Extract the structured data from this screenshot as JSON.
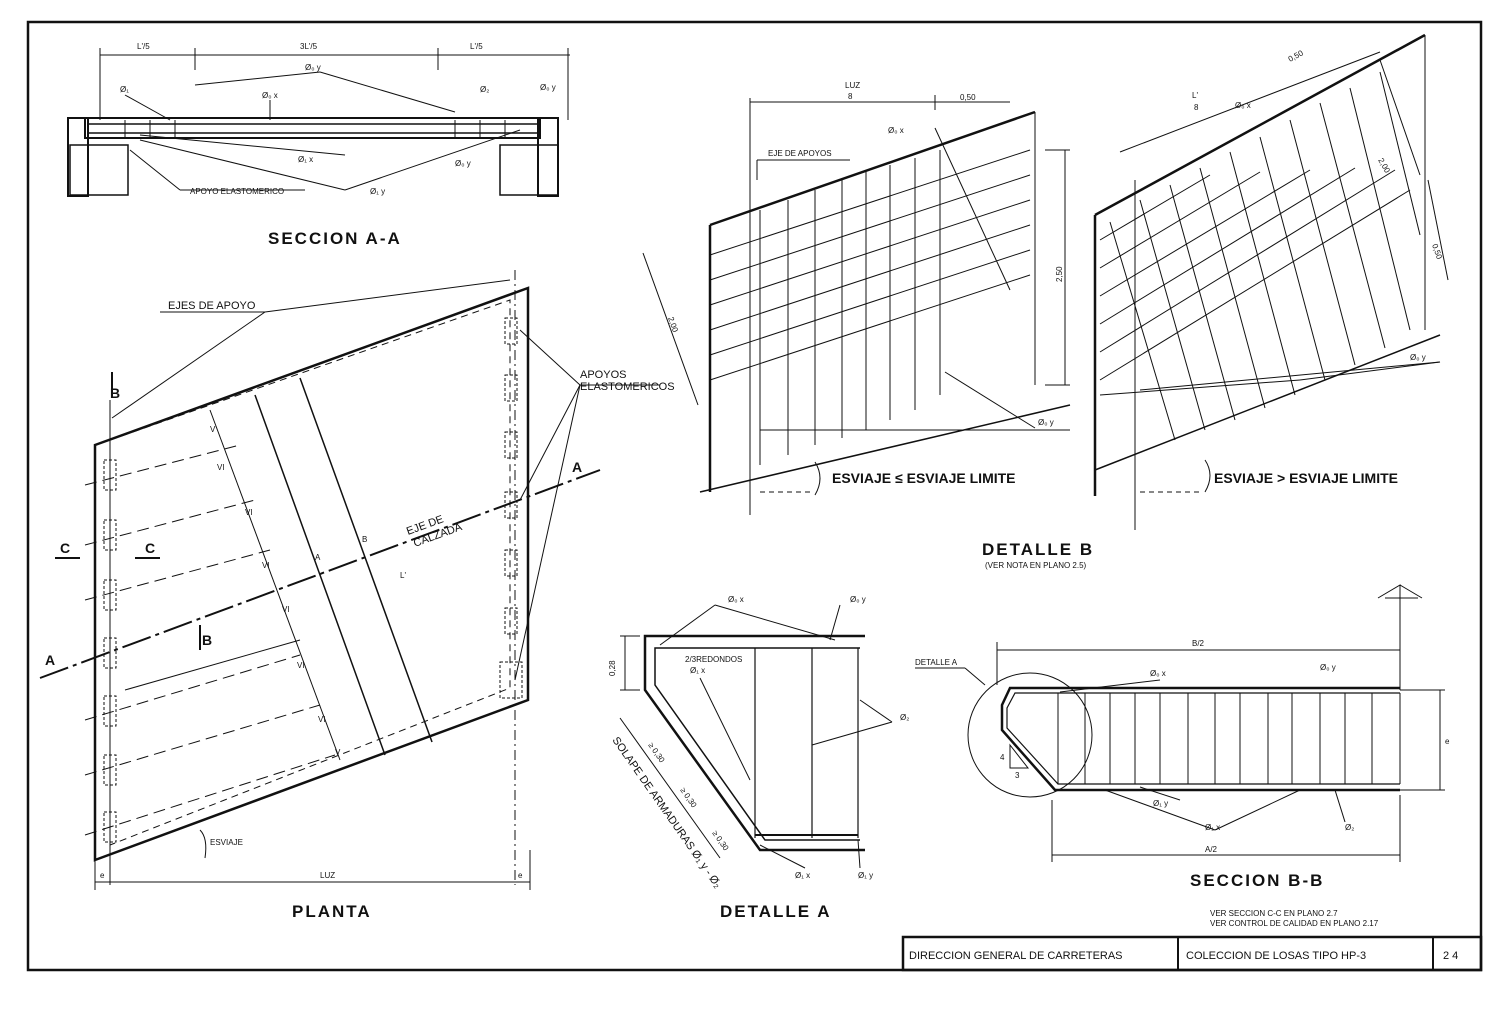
{
  "titles": {
    "seccion_aa": "SECCION A-A",
    "planta": "PLANTA",
    "detalle_a": "DETALLE A",
    "detalle_b": "DETALLE B",
    "detalle_b_note": "(VER NOTA EN PLANO 2.5)",
    "seccion_bb": "SECCION B-B"
  },
  "section_aa": {
    "dims": [
      "L'/5",
      "3L'/5",
      "L'/5"
    ],
    "labels": [
      "Ø₀ y",
      "Ø₁",
      "Ø₀ x",
      "Ø₂",
      "Ø₀ y",
      "Ø₁ x",
      "Ø₀ y",
      "Ø₁ y"
    ],
    "apoyo": "APOYO ELASTOMERICO"
  },
  "planta": {
    "ejes": "EJES DE APOYO",
    "apoyos": [
      "APOYOS",
      "ELASTOMERICOS"
    ],
    "eje_calzada": [
      "EJE DE",
      "CALZADA"
    ],
    "letters": [
      "B",
      "A",
      "C",
      "C",
      "A",
      "B"
    ],
    "strip_labels": [
      "V",
      "VI",
      "VI",
      "VI",
      "VI",
      "VI",
      "VI",
      "V"
    ],
    "inner": [
      "A",
      "B",
      "L'"
    ],
    "esviaje": "ESVIAJE",
    "luz": "LUZ",
    "e": "e"
  },
  "detalle_b": {
    "luz": [
      "LUZ",
      "8"
    ],
    "d050": "0,50",
    "eje_apoyos": "EJE DE APOYOS",
    "d250": "2,50",
    "d200": "2,00",
    "left_label": "ESVIAJE ≤ ESVIAJE LIMITE",
    "right_label": "ESVIAJE > ESVIAJE LIMITE",
    "right_luz": [
      "L'",
      "8"
    ],
    "r050a": "0,50",
    "r200": "2,00",
    "r050b": "0,50",
    "phi_x": "Ø₀ x",
    "phi_y": "Ø₀ y"
  },
  "detalle_a": {
    "top": [
      "Ø₀ x",
      "Ø₀ y"
    ],
    "d028": "0,28",
    "redondos": "2/3REDONDOS",
    "phi1x": "Ø₁ x",
    "phi2": "Ø₂",
    "dims": [
      "≥ 0,30",
      "≥ 0,30",
      "≥ 0,30"
    ],
    "solape": "SOLAPE DE ARMADURAS Ø₁ y - Ø₂",
    "bottom": [
      "Ø₁ x",
      "Ø₁ y"
    ]
  },
  "seccion_bb": {
    "b2": "B/2",
    "a2": "A/2",
    "detalle": "DETALLE A",
    "labels": [
      "Ø₀ x",
      "Ø₀ y",
      "Ø₁ y",
      "Ø₁ x",
      "Ø₂"
    ],
    "e": "e",
    "slope": [
      "4",
      "3"
    ]
  },
  "notes": [
    "VER SECCION C-C EN PLANO 2.7",
    "VER CONTROL DE CALIDAD EN PLANO 2.17"
  ],
  "titleblock": {
    "org": "DIRECCION GENERAL DE CARRETERAS",
    "coleccion": "COLECCION DE LOSAS TIPO HP-3",
    "num": "2 4"
  }
}
